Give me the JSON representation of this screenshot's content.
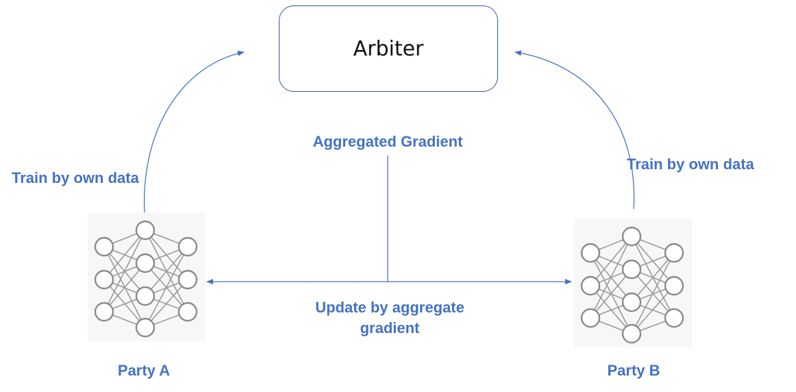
{
  "diagram": {
    "arbiter": {
      "label": "Arbiter"
    },
    "aggregated_label": "Aggregated Gradient",
    "update_label_line1": "Update by aggregate",
    "update_label_line2": "gradient",
    "train_left_label": "Train by own data",
    "train_right_label": "Train by own data",
    "party_a_label": "Party A",
    "party_b_label": "Party B"
  },
  "colors": {
    "text_blue": "#4472c4",
    "arrow_blue": "#4472c4",
    "box_border": "#2f5597",
    "node_stroke": "#8a8a8a"
  },
  "icons": {
    "party_a": "neural-network-icon",
    "party_b": "neural-network-icon"
  }
}
